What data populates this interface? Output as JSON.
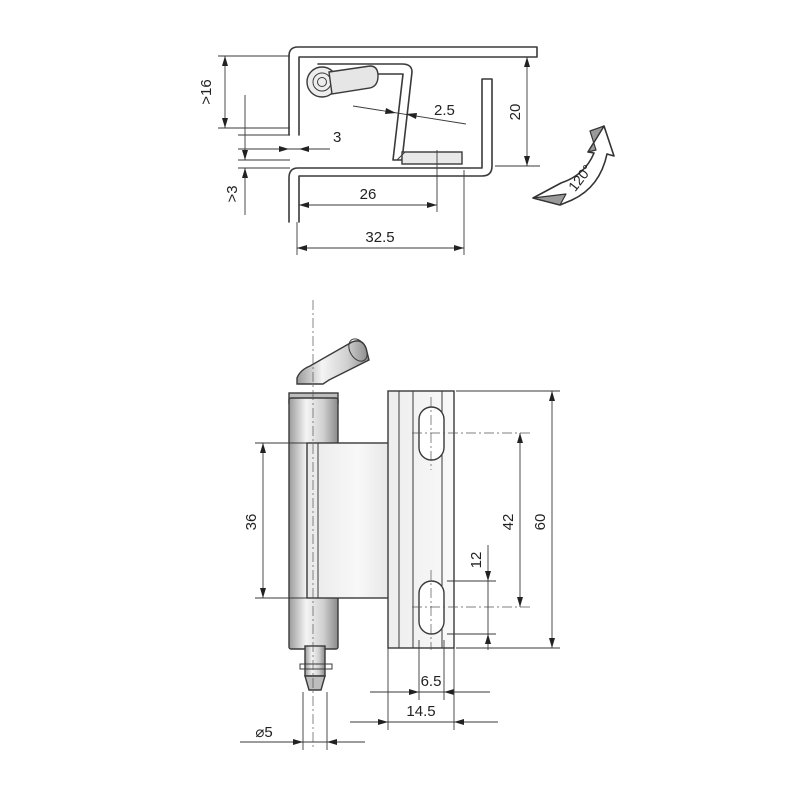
{
  "top_view": {
    "dim_gt16": ">16",
    "dim_3": "3",
    "dim_2_5": "2.5",
    "dim_20": "20",
    "dim_gt3": ">3",
    "dim_26": "26",
    "dim_32_5": "32.5",
    "rotation_angle": "120°"
  },
  "front_view": {
    "dim_36": "36",
    "dim_42": "42",
    "dim_60": "60",
    "dim_12": "12",
    "dim_6_5": "6.5",
    "dim_14_5": "14.5",
    "dim_dia5": "⌀5"
  },
  "colors": {
    "line": "#3a3a3a",
    "metal_light": "#f2f2f2",
    "metal_mid": "#c9c9c9",
    "metal_dark": "#8e8e8e",
    "arrow_fill": "#ffffff"
  }
}
